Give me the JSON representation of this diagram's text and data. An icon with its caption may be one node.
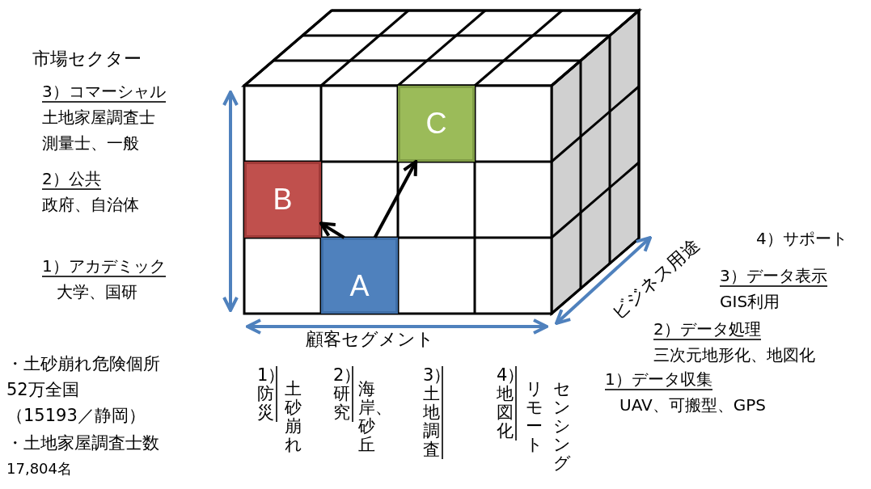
{
  "diagram": {
    "nodes": [
      {
        "text": [
          "A"
        ]
      },
      {
        "text": [
          "B"
        ]
      },
      {
        "text": [
          "C"
        ]
      }
    ],
    "edges": [
      {
        "from": 0,
        "to": 1,
        "arrow": "to"
      },
      {
        "from": 0,
        "to": 2,
        "arrow": "to"
      }
    ],
    "labels": [
      "市場セクター",
      "3）コマーシャル",
      "土地家屋調査士",
      "測量士、一般",
      "2）公共",
      "政府、自治体",
      "1）アカデミック",
      "大学、国研",
      "顧客セグメント",
      "ビジネス用途",
      "1）防災",
      "土砂崩れ",
      "2）研究",
      "海岸、砂丘",
      "3）土地調査",
      "4）地図化",
      "リモート",
      "センシング",
      "4）サポート",
      "3）データ表示",
      "GIS利用",
      "2）データ処理",
      "三次元地形化、地図化",
      "1）データ収集",
      "UAV、可搬型、GPS",
      "・土砂崩れ危険個所",
      "52万全国",
      "（15193／静岡）",
      "・土地家屋調査士数",
      "17,804名"
    ]
  }
}
